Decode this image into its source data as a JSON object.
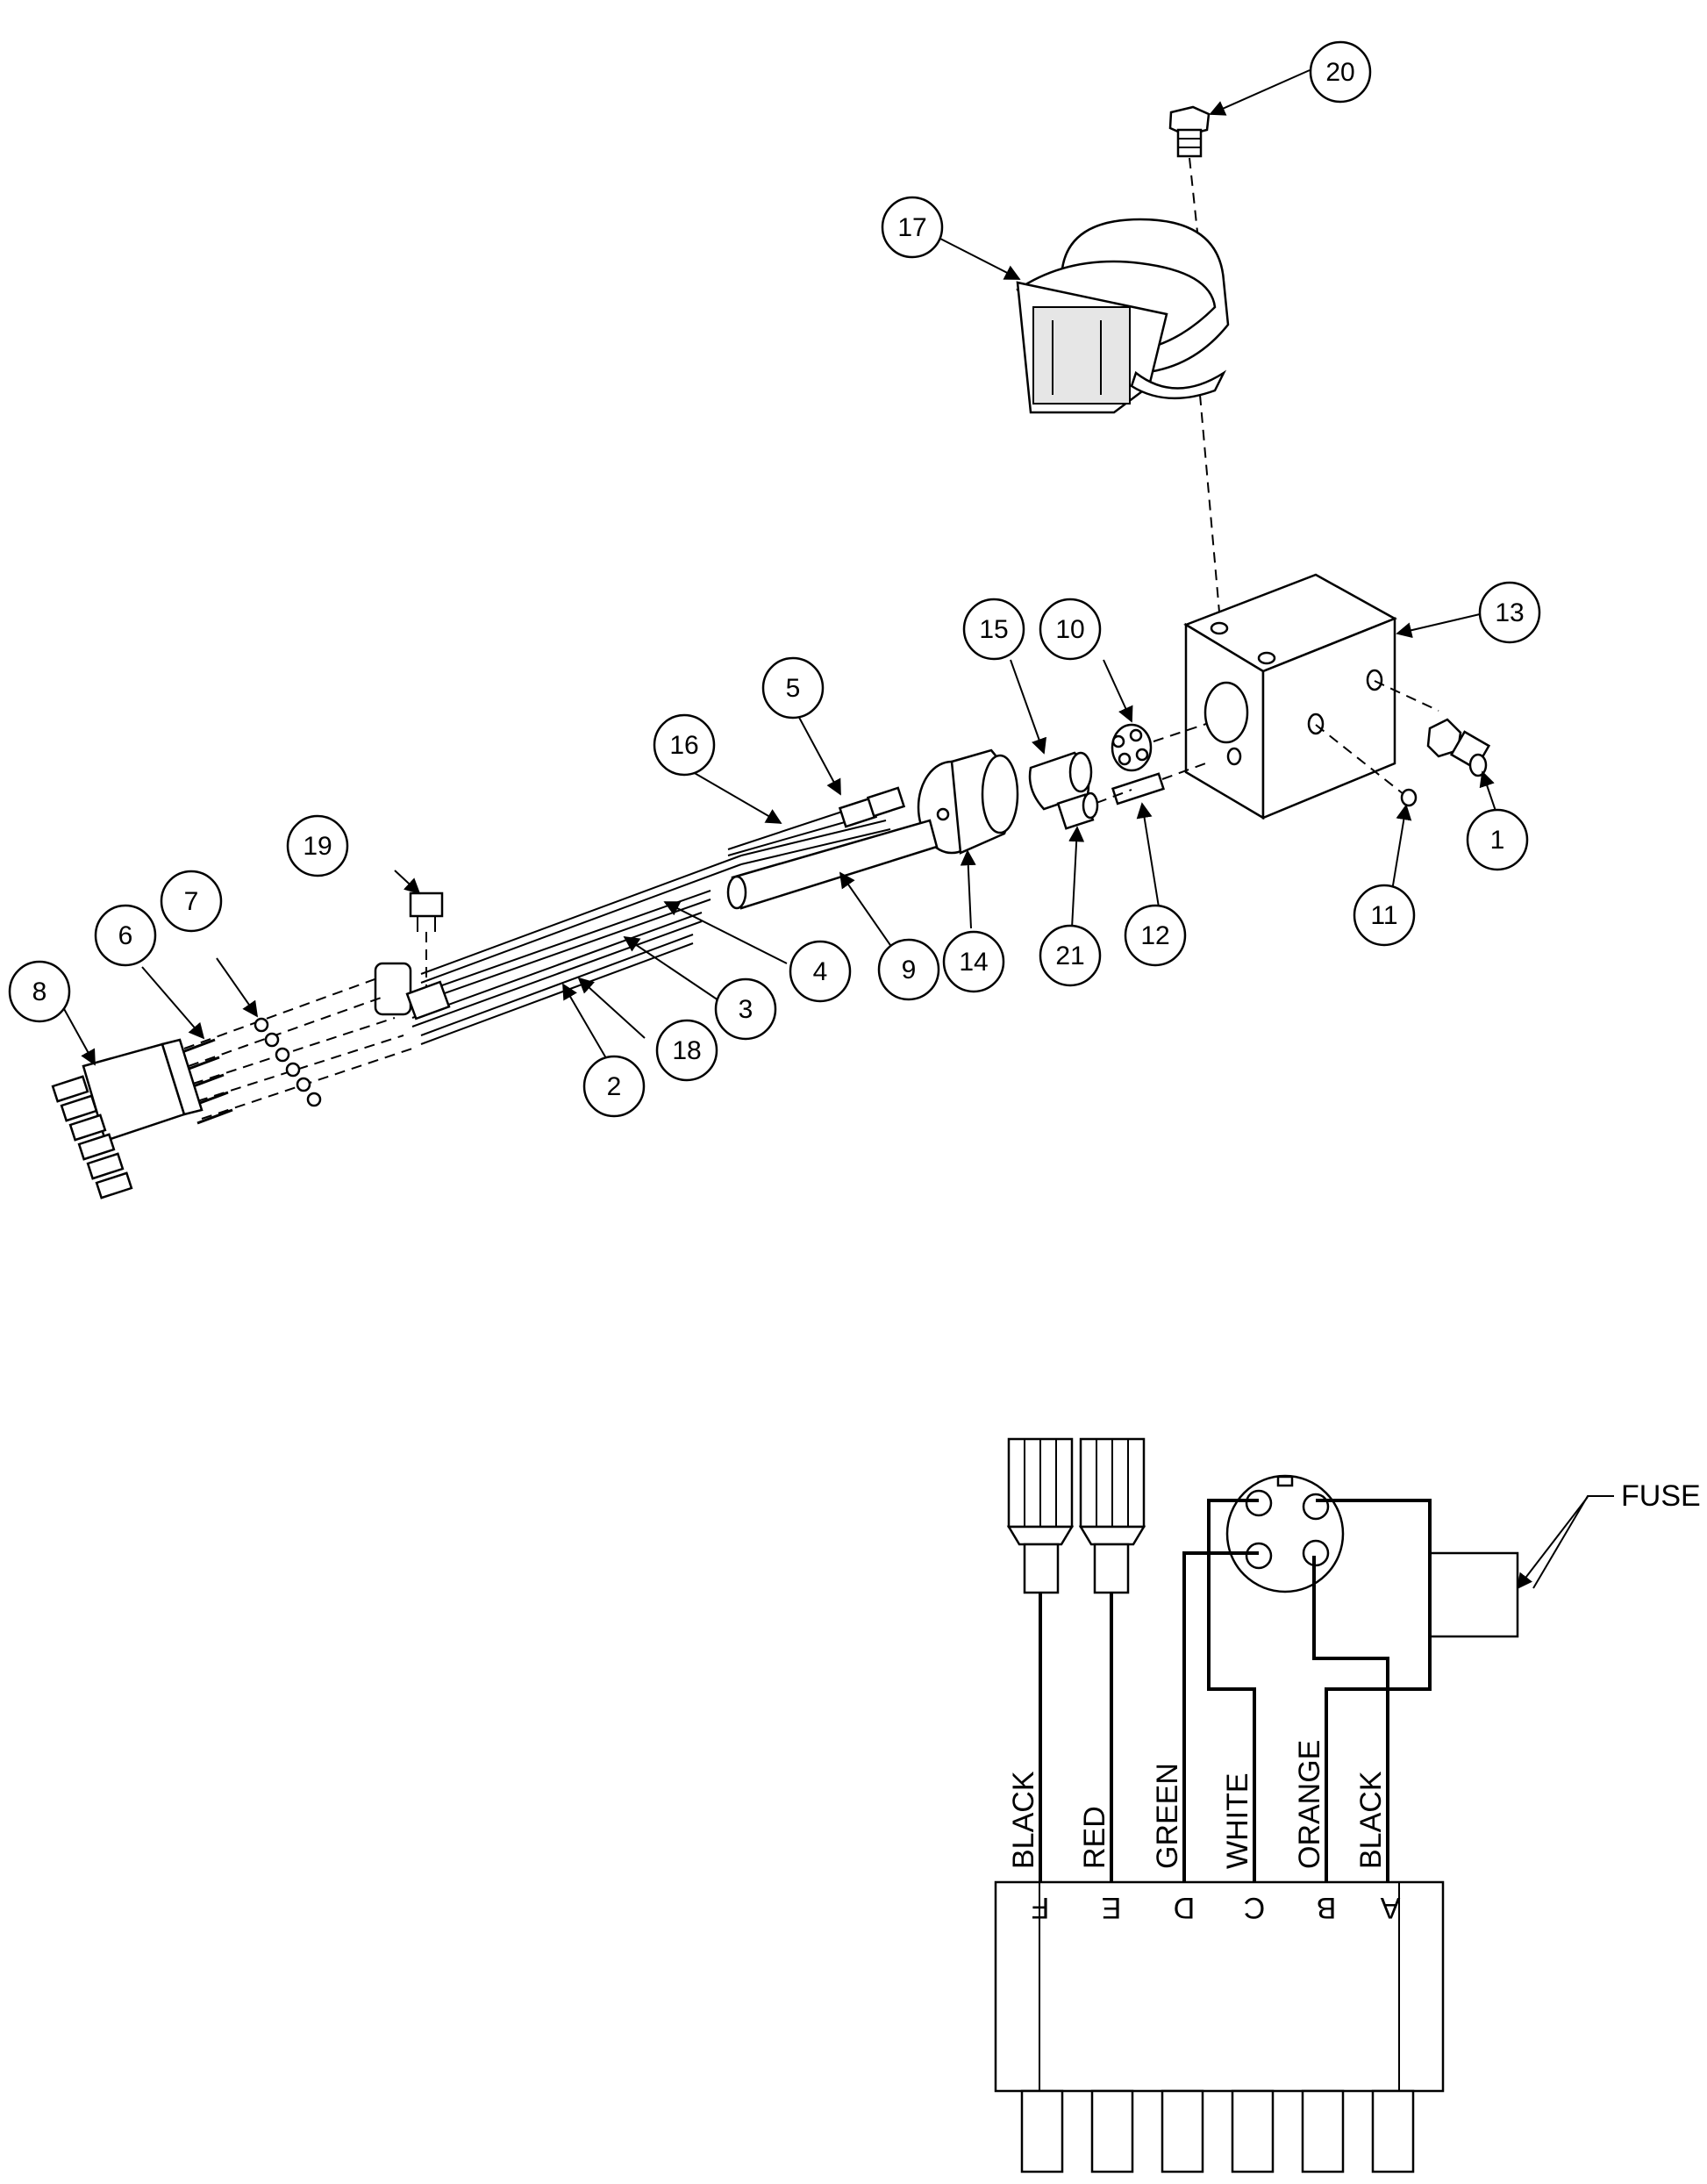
{
  "callouts": [
    {
      "id": "c1",
      "label": "1"
    },
    {
      "id": "c2",
      "label": "2"
    },
    {
      "id": "c3",
      "label": "3"
    },
    {
      "id": "c4",
      "label": "4"
    },
    {
      "id": "c5",
      "label": "5"
    },
    {
      "id": "c6",
      "label": "6"
    },
    {
      "id": "c7",
      "label": "7"
    },
    {
      "id": "c8",
      "label": "8"
    },
    {
      "id": "c9",
      "label": "9"
    },
    {
      "id": "c10",
      "label": "10"
    },
    {
      "id": "c11",
      "label": "11"
    },
    {
      "id": "c12",
      "label": "12"
    },
    {
      "id": "c13",
      "label": "13"
    },
    {
      "id": "c14",
      "label": "14"
    },
    {
      "id": "c15",
      "label": "15"
    },
    {
      "id": "c16",
      "label": "16"
    },
    {
      "id": "c17",
      "label": "17"
    },
    {
      "id": "c18",
      "label": "18"
    },
    {
      "id": "c19",
      "label": "19"
    },
    {
      "id": "c20",
      "label": "20"
    },
    {
      "id": "c21",
      "label": "21"
    }
  ],
  "schematic": {
    "fuse_label": "FUSE",
    "wires": [
      "BLACK",
      "RED",
      "GREEN",
      "WHITE",
      "ORANGE",
      "BLACK"
    ],
    "pins": [
      "F",
      "E",
      "D",
      "C",
      "B",
      "A"
    ]
  }
}
